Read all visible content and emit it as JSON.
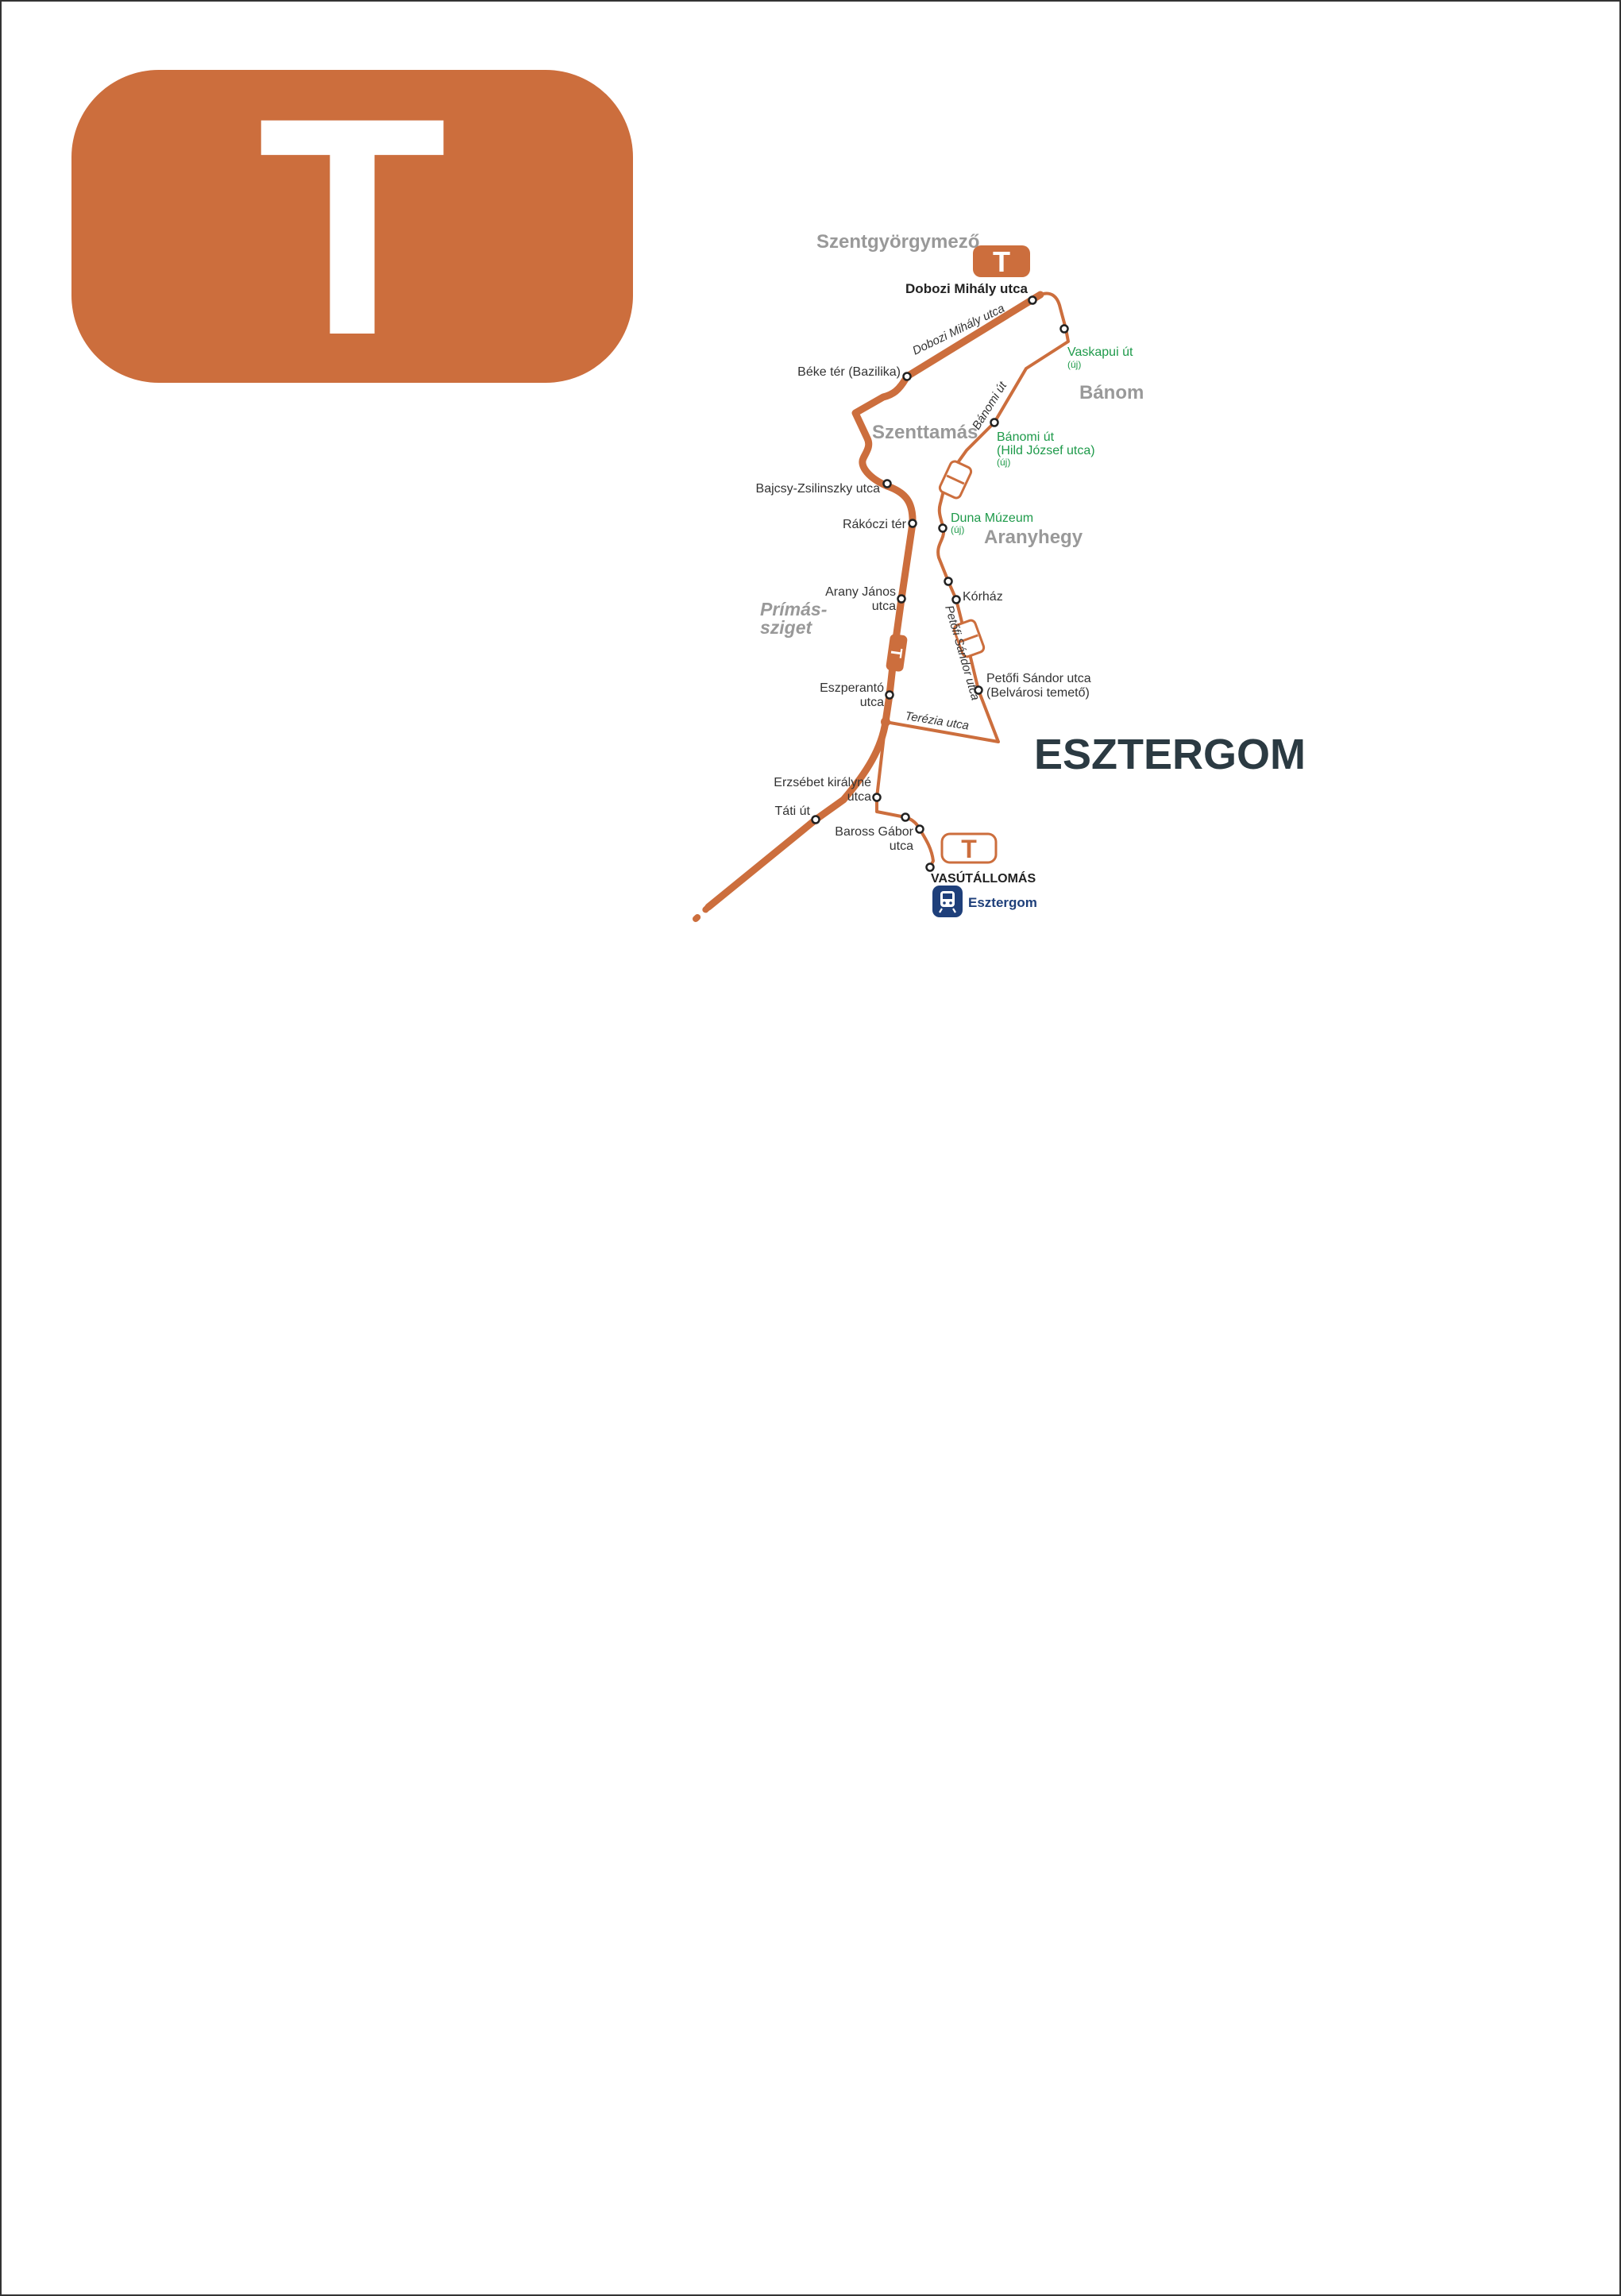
{
  "route": {
    "letter": "T",
    "color": "#CC6E3D"
  },
  "map": {
    "line_color": "#CC6E3D",
    "new_stop_color": "#1E9A4A",
    "district_color": "#999999",
    "city_color": "#2B3A42",
    "city": "ESZTERGOM",
    "districts": {
      "szentgyorgymezo": "Szentgyörgymező",
      "banom": "Bánom",
      "szenttamas": "Szenttamás",
      "aranyhegy": "Aranyhegy",
      "primas_1": "Prímás-",
      "primas_2": "sziget"
    },
    "streets": {
      "dobozi": "Dobozi Mihály utca",
      "banomi": "Bánomi út",
      "petofi": "Petőfi Sándor utca",
      "terezia": "Terézia utca"
    },
    "stops": {
      "dobozi": "Dobozi Mihály utca",
      "vaskapui": "Vaskapui út",
      "vaskapui_note": "(új)",
      "beke": "Béke tér (Bazilika)",
      "banomi_1": "Bánomi út",
      "banomi_2": "(Hild József utca)",
      "banomi_note": "(új)",
      "bajcsy": "Bajcsy-Zsilinszky utca",
      "duna": "Duna Múzeum",
      "duna_note": "(új)",
      "rakoczi": "Rákóczi tér",
      "arany_1": "Arany János",
      "arany_2": "utca",
      "korhaz": "Kórház",
      "petofi_1": "Petőfi Sándor utca",
      "petofi_2": "(Belvárosi temető)",
      "eszperanto_1": "Eszperantó",
      "eszperanto_2": "utca",
      "erzsebet_1": "Erzsébet királyné",
      "erzsebet_2": "utca",
      "tati": "Táti út",
      "baross_1": "Baross Gábor",
      "baross_2": "utca",
      "vasut": "VASÚTÁLLOMÁS",
      "rail_station": "Esztergom"
    },
    "terminal_letter": "T",
    "icons": {
      "train": "train-icon"
    }
  }
}
